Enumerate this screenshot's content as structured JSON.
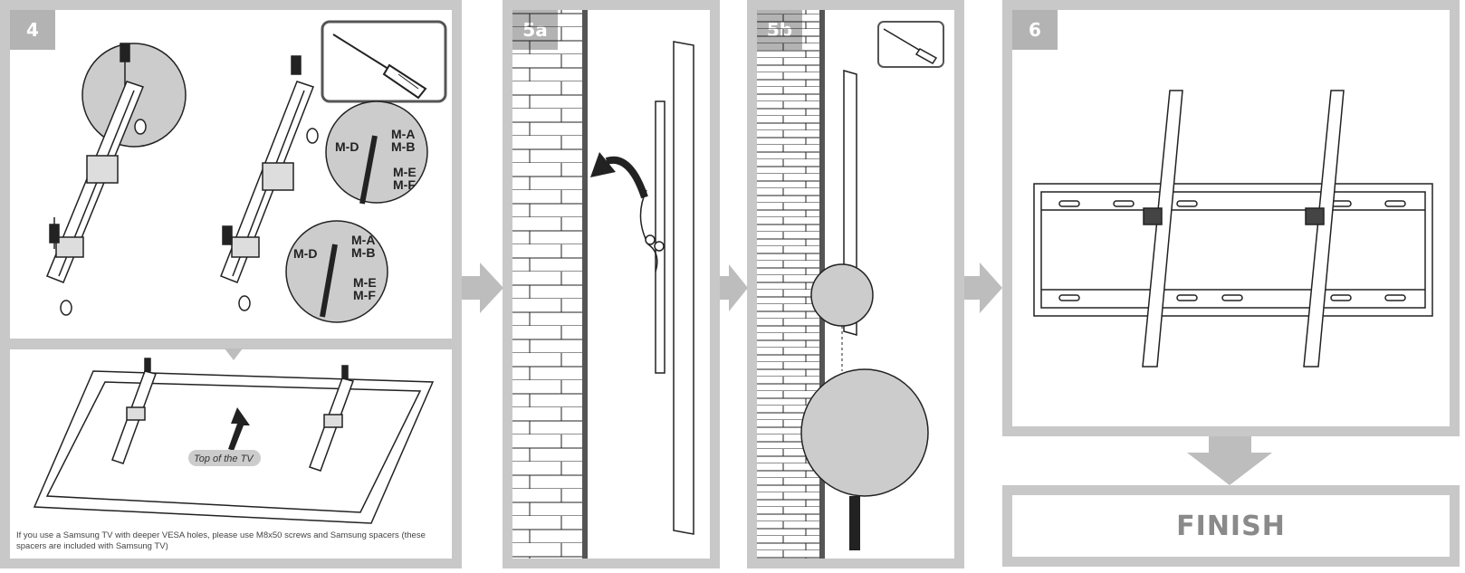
{
  "steps": {
    "s4": "4",
    "s5a": "5a",
    "s5b": "5b",
    "s6": "6"
  },
  "hardware_labels": {
    "ma": "M-A",
    "mb": "M-B",
    "md": "M-D",
    "me": "M-E",
    "mf": "M-F"
  },
  "tv_top_label": "Top of the TV",
  "note": "If you use a Samsung TV with deeper VESA holes, please use M8x50 screws and Samsung spacers (these spacers are included with Samsung TV)",
  "finish": "FINISH",
  "colors": {
    "frame": "#c8c8c8",
    "arrow": "#bdbdbd",
    "step_badge": "#b3b3b3",
    "line": "#222222"
  },
  "icons": [
    "screwdriver-icon",
    "arrow-right-icon",
    "arrow-down-icon",
    "curved-arrow-icon"
  ]
}
